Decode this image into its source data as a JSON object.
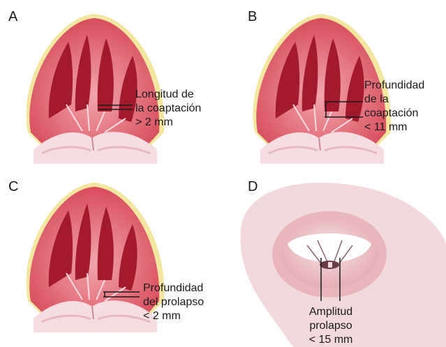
{
  "panels": [
    {
      "letter": "A",
      "lines": [
        "Longitud de",
        "la coaptación",
        "> 2 mm"
      ]
    },
    {
      "letter": "B",
      "lines": [
        "Profundidad",
        "de la",
        "coaptación",
        "< 11 mm"
      ]
    },
    {
      "letter": "C",
      "lines": [
        "Profundidad",
        "del prolapso",
        "< 2 mm"
      ]
    },
    {
      "letter": "D",
      "lines": [
        "Amplitud",
        "prolapso",
        "< 15 mm"
      ]
    }
  ],
  "colors": {
    "myocardium": "#d84c5a",
    "myocardium_light": "#ee8e96",
    "trabeculae": "#a31a2c",
    "leaflet": "#f6dde1",
    "epicardium": "#f3e6a0",
    "line": "#1a1a1a"
  }
}
